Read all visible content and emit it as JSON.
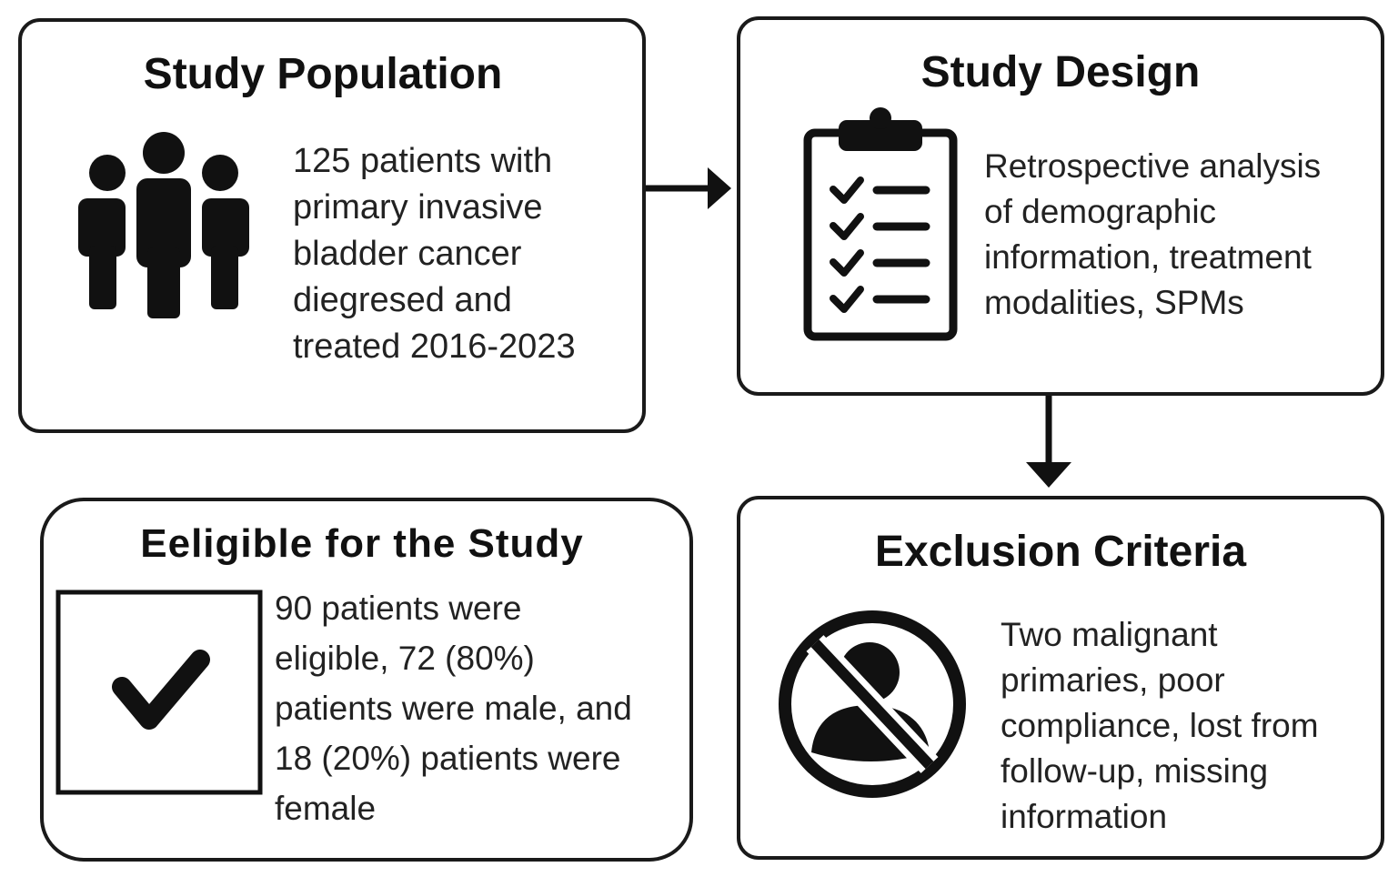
{
  "diagram": {
    "boxes": {
      "population": {
        "title": "Study Population",
        "text": "125 patients with\nprimary invasive\nbladder cancer\ndiegresed and\ntreated 2016-2023",
        "icon": "people-group-icon"
      },
      "design": {
        "title": "Study Design",
        "text": "Retrospective analysis\nof demographic\ninformation, treatment\nmodalities, SPMs",
        "icon": "clipboard-checklist-icon"
      },
      "eligible": {
        "title": "Eeligible for the Study",
        "text": "90 patients were\neligible, 72 (80%)\npatients were male, and\n18 (20%) patients were\nfemale",
        "icon": "checkbox-checked-icon"
      },
      "exclusion": {
        "title": "Exclusion Criteria",
        "text": "Two malignant\nprimaries, poor\ncompliance, lost from\nfollow-up, missing\ninformation",
        "icon": "no-person-icon"
      }
    },
    "arrows": [
      {
        "from": "population",
        "to": "design"
      },
      {
        "from": "design",
        "to": "exclusion"
      }
    ],
    "colors": {
      "stroke": "#1a1a1a",
      "text": "#222222",
      "background": "#ffffff"
    }
  }
}
